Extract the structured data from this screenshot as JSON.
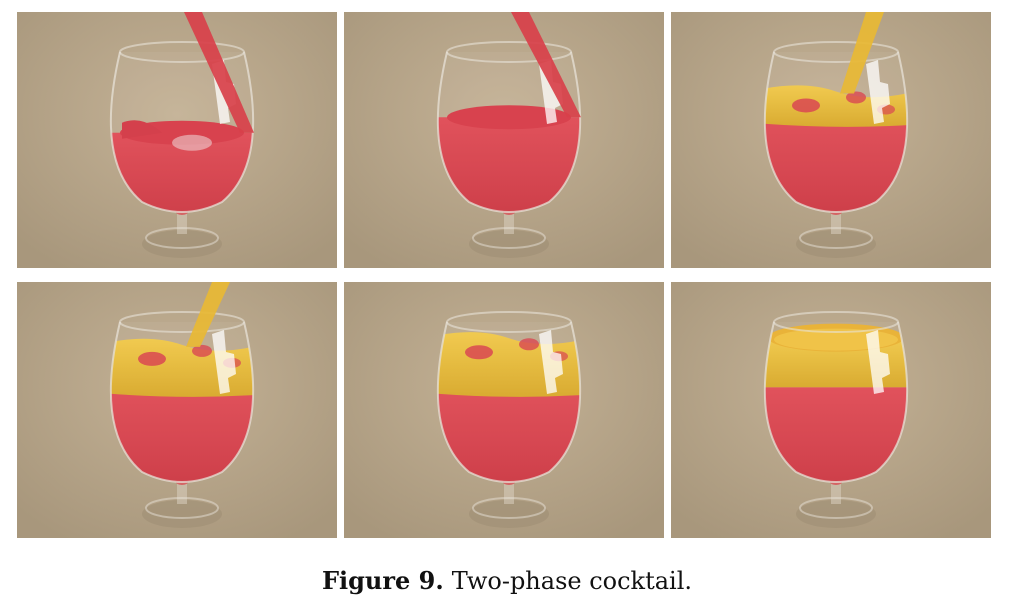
{
  "figure": {
    "caption_label": "Figure 9.",
    "caption_text": "Two-phase cocktail."
  },
  "colors": {
    "background": "#b8a589",
    "red_liquid": "#d8404a",
    "yellow_liquid": "#e8b834",
    "glass_edge": "#e8e2d8"
  },
  "panels": [
    {
      "stream": "red",
      "red_level": 0.35,
      "yellow_level": 0.0,
      "mix": "splash"
    },
    {
      "stream": "red",
      "red_level": 0.42,
      "yellow_level": 0.0,
      "mix": "calm"
    },
    {
      "stream": "yellow",
      "red_level": 0.42,
      "yellow_level": 0.18,
      "mix": "splash"
    },
    {
      "stream": "yellow",
      "red_level": 0.42,
      "yellow_level": 0.28,
      "mix": "splash"
    },
    {
      "stream": "none",
      "red_level": 0.42,
      "yellow_level": 0.32,
      "mix": "settling"
    },
    {
      "stream": "none",
      "red_level": 0.42,
      "yellow_level": 0.3,
      "mix": "separated"
    }
  ]
}
